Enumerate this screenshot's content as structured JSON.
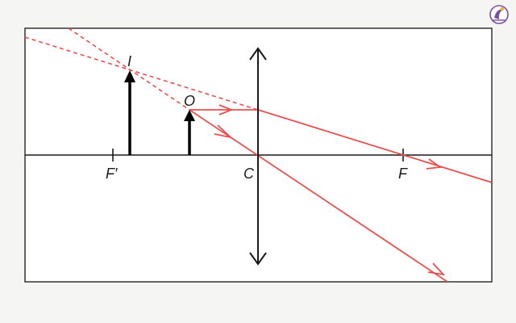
{
  "diagram": {
    "labels": {
      "image": "I",
      "object": "O",
      "focal_left": "F′",
      "center": "C",
      "focal_right": "F"
    },
    "colors": {
      "ray": "#e8504f",
      "axis": "#1a1a1a",
      "arrow": "#000000",
      "frame": "#333333",
      "background": "#ffffff"
    },
    "logo": {
      "icon": "brand-logo-icon"
    }
  }
}
